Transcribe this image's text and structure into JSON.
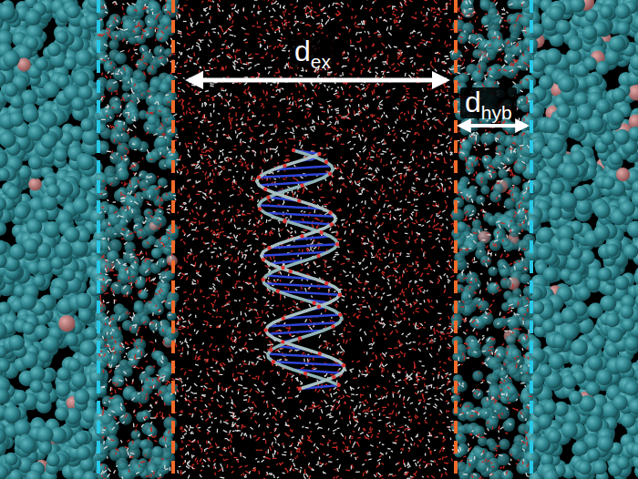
{
  "diagram": {
    "labels": [
      "d",
      "ex",
      "d",
      "hyb"
    ]
  }
}
